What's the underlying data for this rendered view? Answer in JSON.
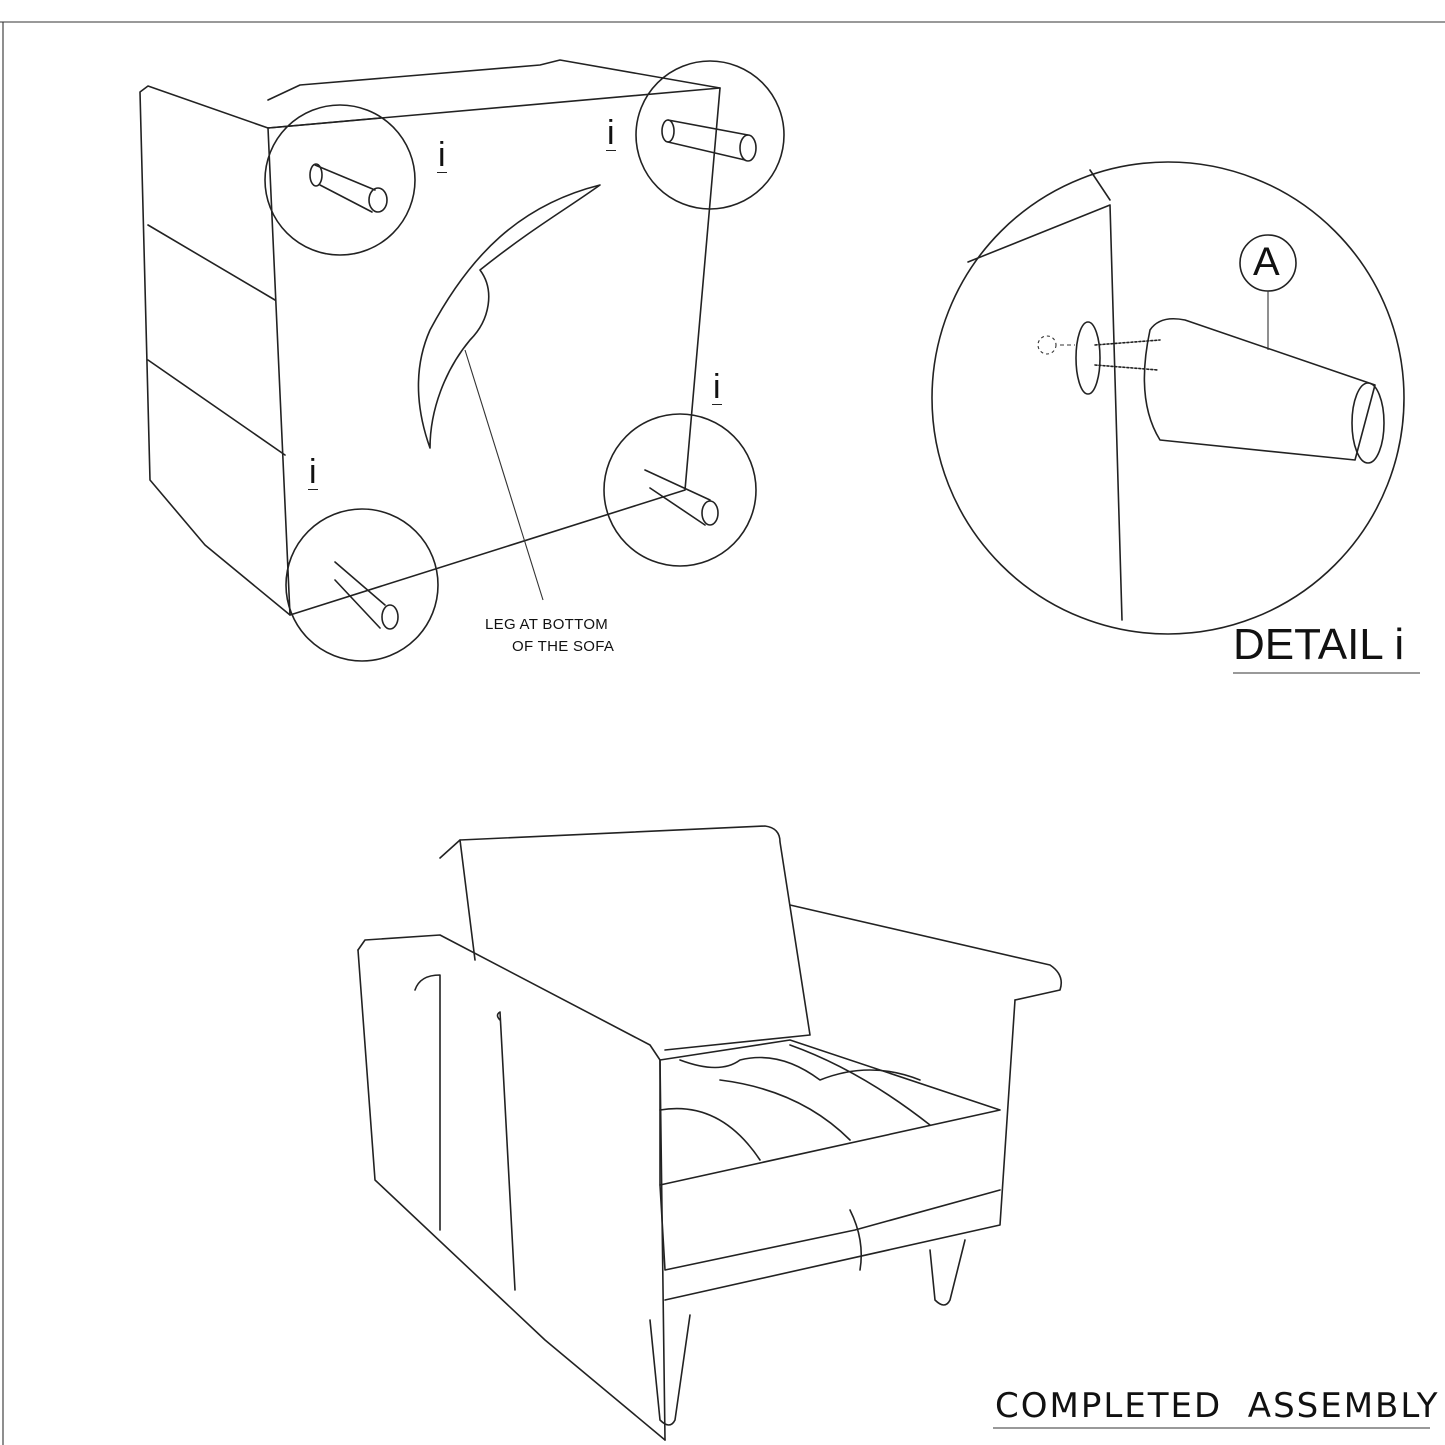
{
  "top_view": {
    "detail_markers": [
      "i",
      "i",
      "i",
      "i"
    ],
    "note_line1": "LEG AT BOTTOM",
    "note_line2": "OF THE SOFA"
  },
  "detail": {
    "part_label": "A",
    "title": "DETAIL i"
  },
  "assembly": {
    "title": "COMPLETED  ASSEMBLY"
  }
}
